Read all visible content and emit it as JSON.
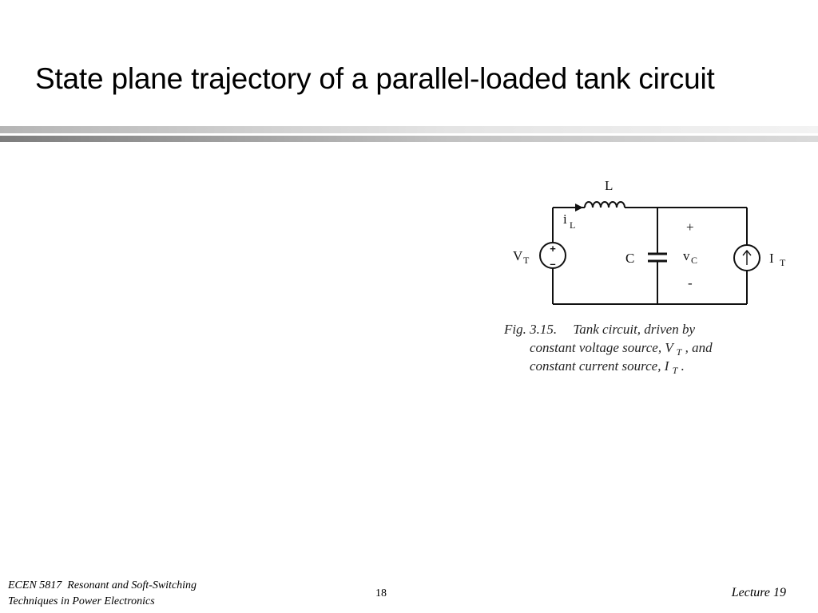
{
  "slide": {
    "title": "State plane trajectory of a parallel-loaded tank circuit"
  },
  "circuit": {
    "inductor_label": "L",
    "current_label": "i",
    "current_sub": "L",
    "vsource_label": "V",
    "vsource_sub": "T",
    "vsource_plus": "+",
    "vsource_minus": "–",
    "capacitor_label": "C",
    "vc_plus": "+",
    "vc_label": "v",
    "vc_sub": "C",
    "vc_minus": "-",
    "isource_label": "I",
    "isource_sub": "T"
  },
  "caption": {
    "prefix": "Fig.  3.15.",
    "line1_text": "Tank circuit, driven by",
    "line2_text": "constant voltage source, V",
    "line2_sub": "T",
    "line2_end": ", and",
    "line3_text": "constant current source, I",
    "line3_sub": "T",
    "line3_end": "."
  },
  "footer": {
    "course_line1": "ECEN 5817  Resonant and Soft-Switching",
    "course_line2": "Techniques in Power Electronics",
    "page_number": "18",
    "lecture": "Lecture 19"
  },
  "colors": {
    "wire": "#111111",
    "text": "#000000"
  }
}
